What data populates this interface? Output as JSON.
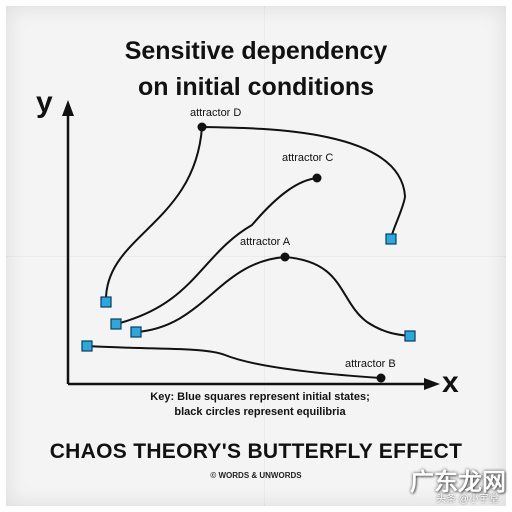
{
  "title_line1": "Sensitive dependency",
  "title_line2": "on initial conditions",
  "axes": {
    "y": "y",
    "x": "x"
  },
  "attractors": {
    "d": "attractor D",
    "c": "attractor C",
    "a": "attractor A",
    "b": "attractor B"
  },
  "key_line1": "Key: Blue squares represent initial states;",
  "key_line2": "black circles represent equilibria",
  "bottom_title": "CHAOS THEORY'S BUTTERFLY EFFECT",
  "copyright": "© WORDS & UNWORDS",
  "watermark": {
    "brand": "广东龙网",
    "sub": "头条 @小宇堂"
  },
  "colors": {
    "line": "#111111",
    "square_fill": "#2aa8e0",
    "square_stroke": "#0c3c5c",
    "equilibrium": "#111111"
  }
}
